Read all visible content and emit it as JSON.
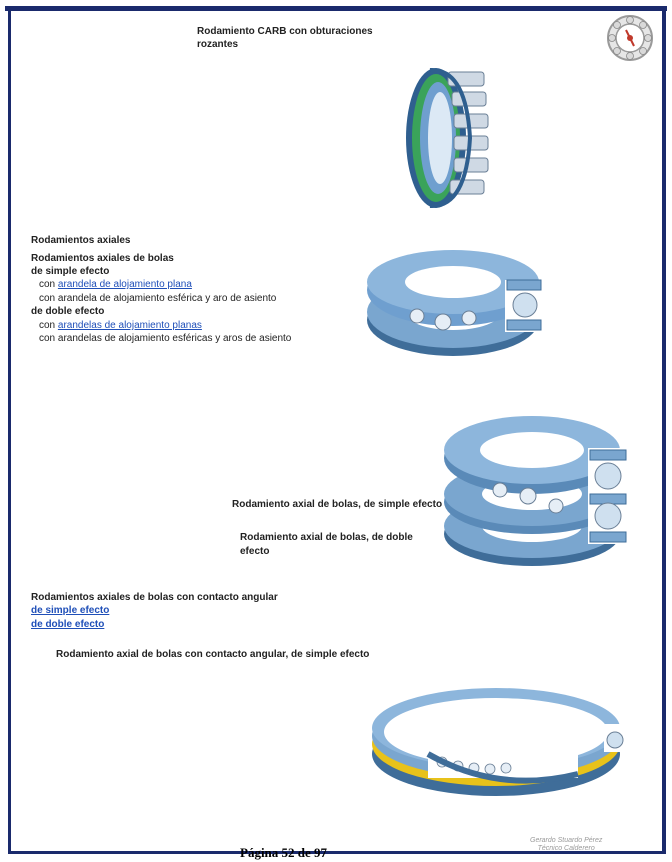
{
  "header": {
    "title_line1": "Rodamiento CARB con obturaciones",
    "title_line2": "rozantes"
  },
  "section_axial": {
    "heading": "Rodamientos axiales",
    "sub_heading": "Rodamientos axiales de bolas",
    "simple_label": "de simple efecto",
    "simple_item1_prefix": "con ",
    "simple_item1_link": "arandela de alojamiento plana",
    "simple_item2": "con arandela de alojamiento esférica y aro de asiento",
    "doble_label": "de doble efecto",
    "doble_item1_prefix": "con ",
    "doble_item1_link": "arandelas de alojamiento planas",
    "doble_item2": "con arandelas de alojamiento esféricas y aros de asiento"
  },
  "captions": {
    "simple": "Rodamiento axial de bolas, de simple efecto",
    "doble_line1": "Rodamiento axial de bolas, de doble",
    "doble_line2": "efecto"
  },
  "section_angular": {
    "heading": "Rodamientos axiales de bolas con contacto angular",
    "link_simple": "de simple efecto",
    "link_doble": "de doble efecto",
    "caption": "Rodamiento axial de bolas con contacto angular, de simple efecto"
  },
  "footer": {
    "page": "Página 52 de 97"
  },
  "signature": {
    "line1": "Gerardo Stuardo Pérez",
    "line2": "Técnico Calderero"
  },
  "colors": {
    "frame": "#1a2a6c",
    "link": "#1f4fb8",
    "bearing_blue": "#7aa6cf",
    "bearing_dark": "#3f6d99",
    "seal_green": "#3aa35a",
    "cage_yellow": "#e8c21a"
  }
}
